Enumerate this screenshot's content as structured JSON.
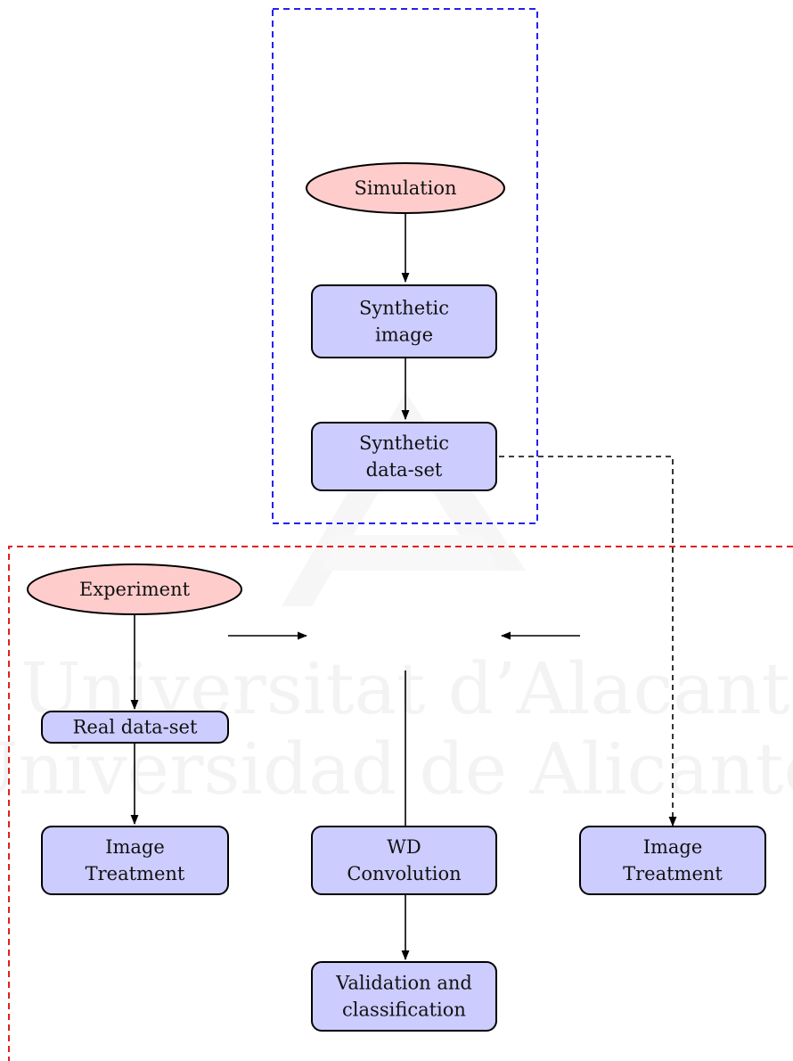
{
  "watermark": {
    "line1": "Universitat d’Alacant",
    "line2": "Universidad de Alicante"
  },
  "groups": {
    "simulation_color": "#2222ee",
    "experiment_color": "#e02020"
  },
  "colors": {
    "box_fill": "#ccccff",
    "ellipse_fill": "#ffcccc",
    "stroke": "#000000"
  },
  "nodes": {
    "simulation": {
      "label": [
        "Simulation"
      ]
    },
    "synthetic_image": {
      "label": [
        "Synthetic",
        "image"
      ]
    },
    "synthetic_dataset": {
      "label": [
        "Synthetic",
        "data-set"
      ]
    },
    "experiment": {
      "label": [
        "Experiment"
      ]
    },
    "real_dataset": {
      "label": [
        "Real data-set"
      ]
    },
    "image_treatment_left": {
      "label": [
        "Image",
        "Treatment"
      ]
    },
    "wd_convolution": {
      "label": [
        "WD",
        "Convolution"
      ]
    },
    "image_treatment_right": {
      "label": [
        "Image",
        "Treatment"
      ]
    },
    "validation": {
      "label": [
        "Validation and",
        "classification"
      ]
    }
  }
}
